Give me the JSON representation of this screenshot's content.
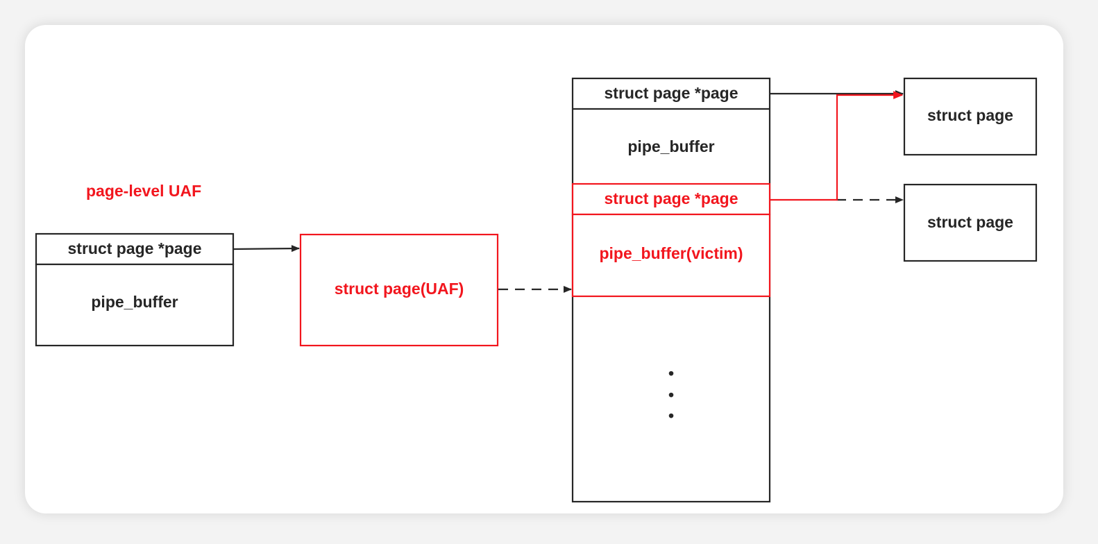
{
  "title": "page-level UAF",
  "colors": {
    "dark": "#262626",
    "highlight": "#f2161e",
    "card": "#ffffff",
    "backdrop": "#f3f3f3"
  },
  "left_pipe_buffer": {
    "page_field": "struct page *page",
    "body": "pipe_buffer"
  },
  "uaf_page": {
    "label": "struct page(UAF)"
  },
  "pipe_buffer_array": {
    "entry_1_page_field": "struct page *page",
    "entry_1_body": "pipe_buffer",
    "victim_page_field": "struct page *page",
    "victim_body": "pipe_buffer(victim)",
    "ellipsis": "•"
  },
  "target_pages": {
    "top": "struct page",
    "bottom": "struct page"
  }
}
